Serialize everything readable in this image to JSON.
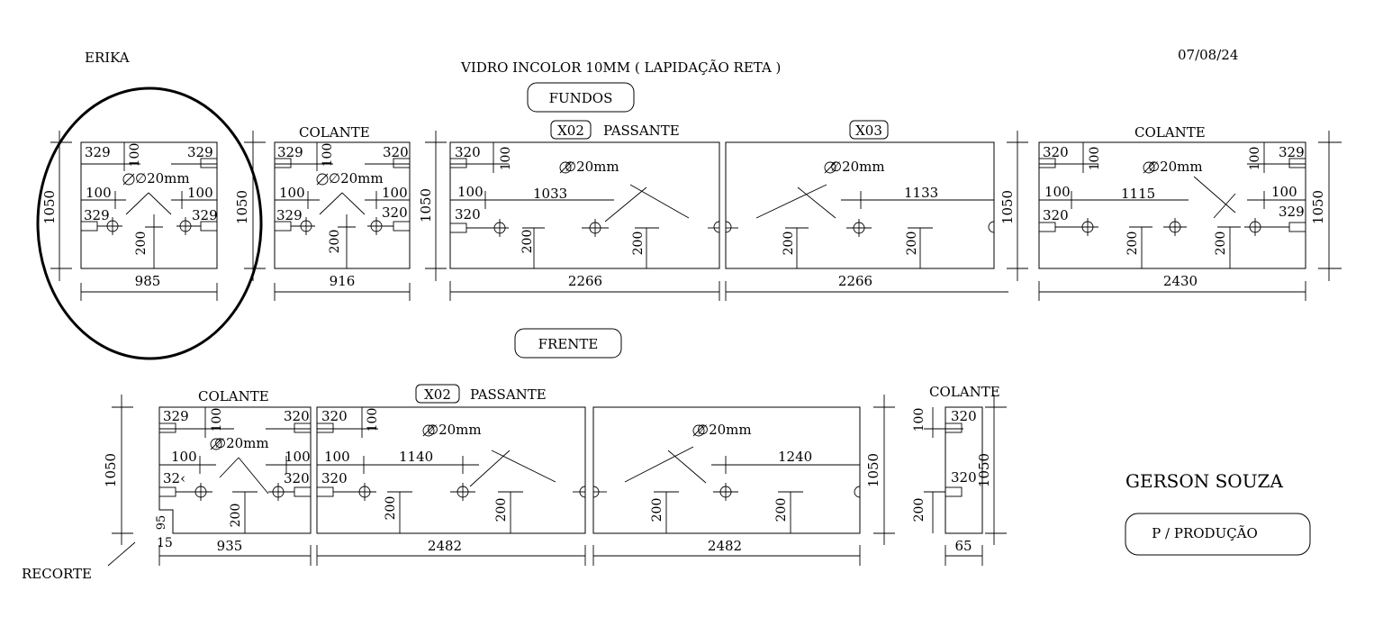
{
  "header": {
    "client": "ERIKA",
    "material": "VIDRO INCOLOR 10MM ( LAPIDAÇÃO RETA )",
    "date": "07/08/24"
  },
  "sections": {
    "back": "FUNDOS",
    "front": "FRENTE"
  },
  "labels": {
    "colante": "COLANTE",
    "passante": "PASSANTE",
    "x02": "X02",
    "x03": "X03",
    "hole": "∅20mm",
    "recorte": "RECORTE"
  },
  "dims": {
    "h1050": "1050",
    "d329": "329",
    "d320": "320",
    "d100": "100",
    "d200": "200",
    "d95": "95",
    "d15": "15",
    "d32x": "32‹",
    "w985": "985",
    "w916": "916",
    "w2266": "2266",
    "w2430": "2430",
    "w935": "935",
    "w2482": "2482",
    "w65": "65",
    "l1033": "1033",
    "l1133": "1133",
    "l1115": "1115",
    "l1140": "1140",
    "l1240": "1240"
  },
  "footer": {
    "author": "GERSON SOUZA",
    "stamp": "P / PRODUÇÃO"
  }
}
